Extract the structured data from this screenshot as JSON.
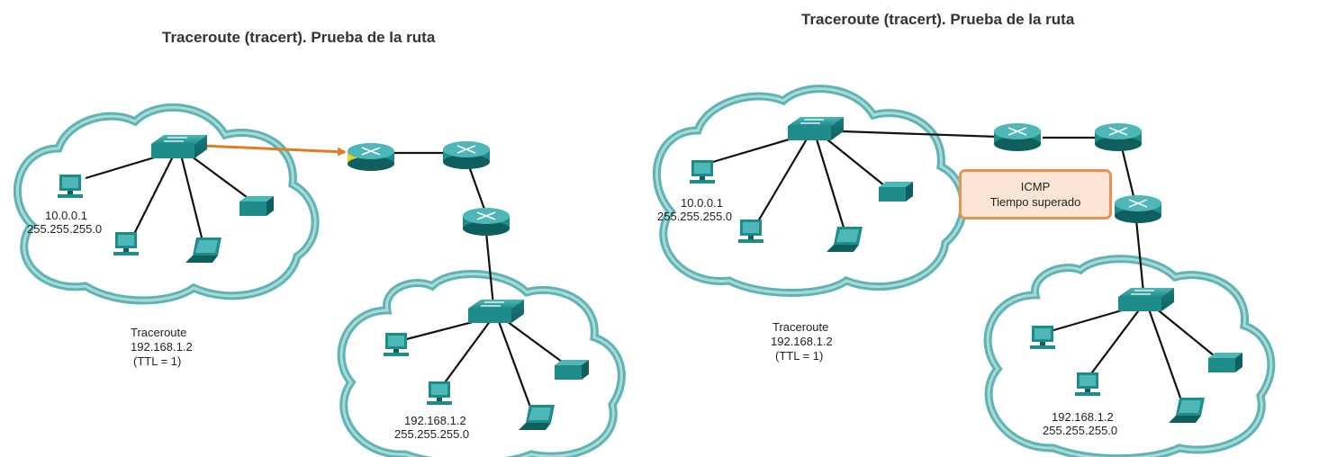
{
  "panels": [
    {
      "title": "Traceroute (tracert). Prueba de la ruta",
      "source_host": {
        "ip": "10.0.0.1",
        "mask": "255.255.255.0"
      },
      "dest_host": {
        "ip": "192.168.1.2",
        "mask": "255.255.255.0"
      },
      "traceroute": {
        "line1": "Traceroute",
        "line2": "192.168.1.2",
        "line3": "(TTL = 1)"
      }
    },
    {
      "title": "Traceroute (tracert). Prueba de la ruta",
      "source_host": {
        "ip": "10.0.0.1",
        "mask": "255.255.255.0"
      },
      "dest_host": {
        "ip": "192.168.1.2",
        "mask": "255.255.255.0"
      },
      "traceroute": {
        "line1": "Traceroute",
        "line2": "192.168.1.2",
        "line3": "(TTL = 1)"
      },
      "icmp_message": {
        "line1": "ICMP",
        "line2": "Tiempo superado"
      }
    }
  ],
  "colors": {
    "cloud_stroke": "#5fb3b3",
    "device_teal": "#1f8c8c",
    "arrow_orange": "#e07b26",
    "highlight_yellow": "#f2d21b",
    "icmp_border": "#e8924f",
    "icmp_fill": "#fce4d6"
  },
  "icons": [
    "switch-icon",
    "router-icon",
    "pc-icon",
    "laptop-icon",
    "printer-icon",
    "cloud-icon"
  ]
}
